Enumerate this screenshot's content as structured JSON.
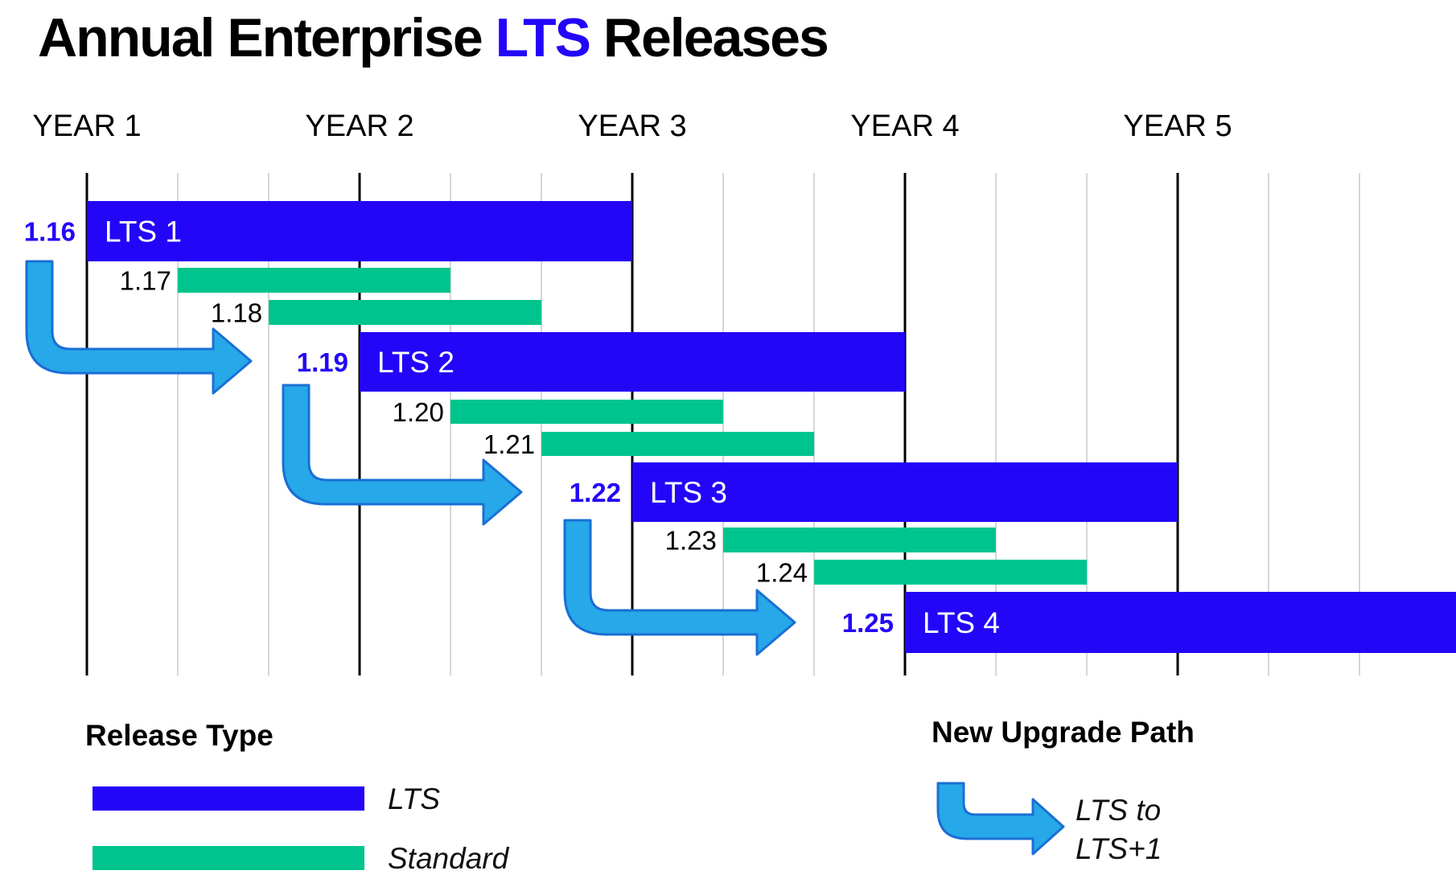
{
  "title": {
    "prefix": "Annual Enterprise",
    "accent": "LTS",
    "suffix": "Releases",
    "full": "Annual Enterprise LTS Releases"
  },
  "chart_data": {
    "type": "bar",
    "variant": "gantt-release-timeline",
    "title": "Annual Enterprise LTS Releases",
    "x_axis": {
      "labels": [
        "YEAR 1",
        "YEAR 2",
        "YEAR 3",
        "YEAR 4",
        "YEAR 5"
      ],
      "unit": "years",
      "range": [
        1,
        5
      ],
      "minor_divisions_per_year": 3
    },
    "releases": [
      {
        "version": "1.16",
        "label": "LTS 1",
        "type": "LTS",
        "start_year": 1,
        "duration_years": 2
      },
      {
        "version": "1.17",
        "label": "",
        "type": "Standard",
        "start_year": 1.333,
        "duration_years": 1
      },
      {
        "version": "1.18",
        "label": "",
        "type": "Standard",
        "start_year": 1.667,
        "duration_years": 1
      },
      {
        "version": "1.19",
        "label": "LTS 2",
        "type": "LTS",
        "start_year": 2,
        "duration_years": 2
      },
      {
        "version": "1.20",
        "label": "",
        "type": "Standard",
        "start_year": 2.333,
        "duration_years": 1
      },
      {
        "version": "1.21",
        "label": "",
        "type": "Standard",
        "start_year": 2.667,
        "duration_years": 1
      },
      {
        "version": "1.22",
        "label": "LTS 3",
        "type": "LTS",
        "start_year": 3,
        "duration_years": 2
      },
      {
        "version": "1.23",
        "label": "",
        "type": "Standard",
        "start_year": 3.333,
        "duration_years": 1
      },
      {
        "version": "1.24",
        "label": "",
        "type": "Standard",
        "start_year": 3.667,
        "duration_years": 1
      },
      {
        "version": "1.25",
        "label": "LTS 4",
        "type": "LTS",
        "start_year": 4,
        "duration_years": 2.1
      }
    ],
    "upgrade_arrows": [
      {
        "from": "1.16",
        "to": "1.19"
      },
      {
        "from": "1.19",
        "to": "1.22"
      },
      {
        "from": "1.22",
        "to": "1.25"
      }
    ],
    "colors": {
      "lts": "#2306F8",
      "standard": "#00C48D",
      "arrow": "#27A8E8",
      "arrow_outline": "#1A6FD4"
    },
    "grid": true,
    "legend_position": "bottom"
  },
  "legend": {
    "release_type": {
      "heading": "Release Type",
      "items": [
        {
          "label": "LTS",
          "type": "LTS"
        },
        {
          "label": "Standard",
          "type": "Standard"
        }
      ]
    },
    "upgrade": {
      "heading": "New Upgrade Path",
      "line1": "LTS to",
      "line2": "LTS+1"
    }
  }
}
